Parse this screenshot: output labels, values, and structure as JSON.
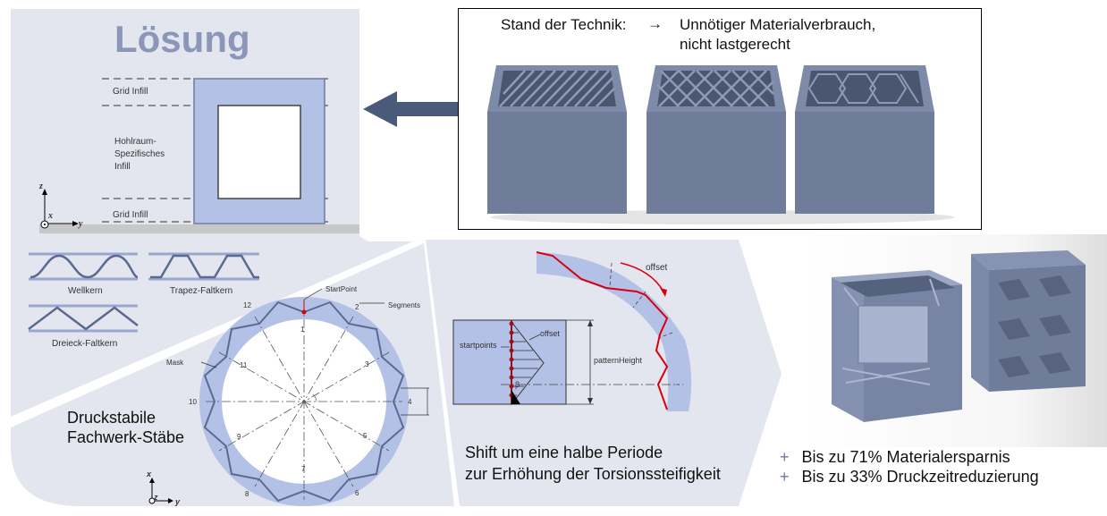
{
  "title": "Lösung",
  "infill_labels": {
    "top": "Grid Infill",
    "middle": "Hohlraum-\nSpezifisches\nInfill",
    "bottom": "Grid Infill"
  },
  "axes_left_top": {
    "z": "z",
    "x": "x",
    "y": "y"
  },
  "cores": {
    "wave": "Wellkern",
    "trapez": "Trapez-Faltkern",
    "triangle": "Dreieck-Faltkern"
  },
  "truss": {
    "title_line1": "Druckstabile",
    "title_line2": "Fachwerk-Stäbe",
    "start_point": "StartPoint",
    "segments": "Segments",
    "mask": "Mask",
    "numbers": [
      "12",
      "1",
      "2",
      "3",
      "4",
      "5",
      "6",
      "7",
      "8",
      "9",
      "10",
      "11"
    ]
  },
  "axes_left_bottom": {
    "x": "x",
    "z": "z",
    "y": "y"
  },
  "state_of_art": {
    "label": "Stand der Technik:",
    "arrow": "→",
    "text_line1": "Unnötiger Materialverbrauch,",
    "text_line2": "nicht lastgerecht"
  },
  "shift": {
    "offset_top": "offset",
    "startpoints": "startpoints",
    "offset_mid": "offset",
    "beta": "β",
    "pattern_height": "patternHeight",
    "caption_line1": "Shift um eine halbe Periode",
    "caption_line2": "zur Erhöhung der Torsionssteifigkeit"
  },
  "results": [
    {
      "bullet": "+",
      "text": "Bis zu 71% Materialersparnis"
    },
    {
      "bullet": "+",
      "text": "Bis zu 33% Druckzeitreduzierung"
    }
  ],
  "colors": {
    "panel": "#e3e6ee",
    "accent": "#8b96b8",
    "part_blue": "#b4c1e6",
    "arrow": "#4a5a7a",
    "line": "#5b6a92",
    "red": "#d9000d"
  }
}
